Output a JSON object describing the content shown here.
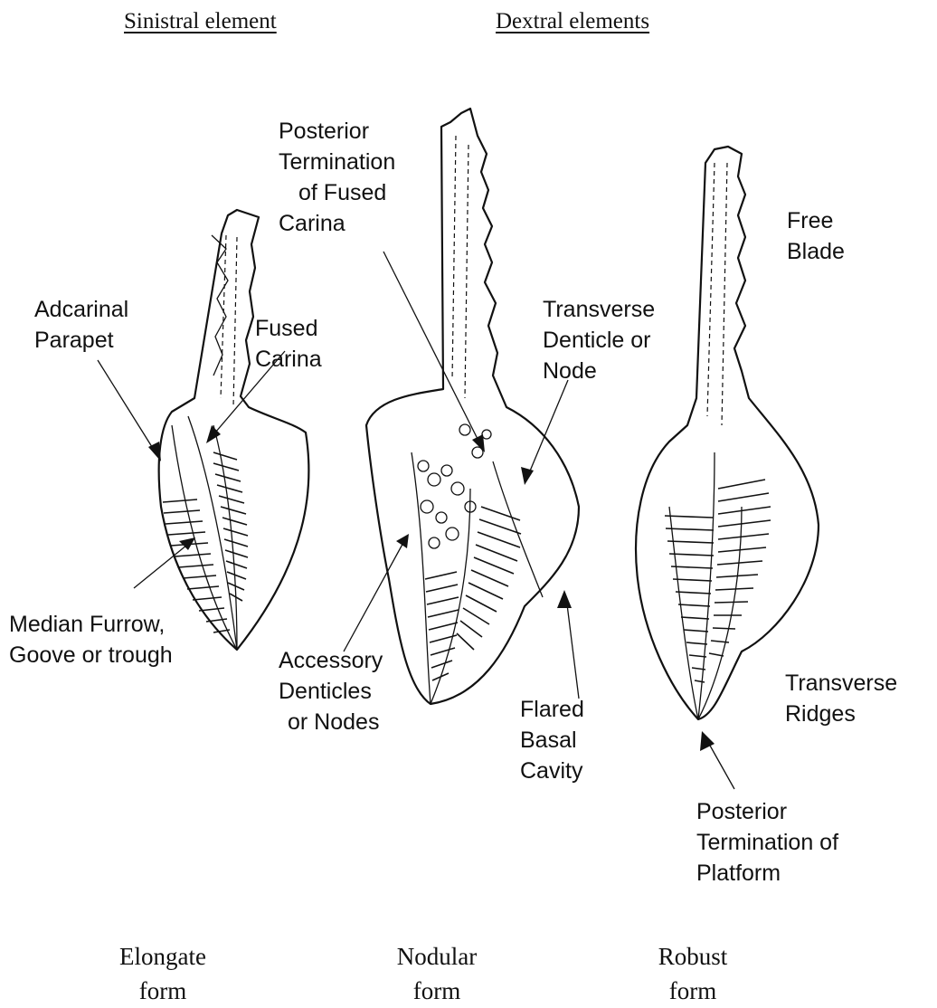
{
  "headers": {
    "sinistral": "Sinistral element",
    "dextral": "Dextral elements"
  },
  "labels": {
    "adcarinal_parapet": [
      "Adcarinal",
      "Parapet"
    ],
    "fused_carina": [
      "Fused",
      "Carina"
    ],
    "median_furrow": [
      "Median Furrow,",
      "Goove or trough"
    ],
    "posterior_termination_fused_carina": [
      "Posterior",
      "Termination",
      "of Fused",
      "Carina"
    ],
    "transverse_denticle": [
      "Transverse",
      "Denticle or",
      "Node"
    ],
    "accessory_denticles": [
      "Accessory",
      "Denticles",
      "or Nodes"
    ],
    "flared_basal_cavity": [
      "Flared",
      "Basal",
      "Cavity"
    ],
    "free_blade": [
      "Free",
      "Blade"
    ],
    "transverse_ridges": [
      "Transverse",
      "Ridges"
    ],
    "posterior_termination_platform": [
      "Posterior",
      "Termination of",
      "Platform"
    ]
  },
  "captions": {
    "elongate": [
      "Elongate",
      "form"
    ],
    "nodular": [
      "Nodular",
      "form"
    ],
    "robust": [
      "Robust",
      "form"
    ]
  }
}
